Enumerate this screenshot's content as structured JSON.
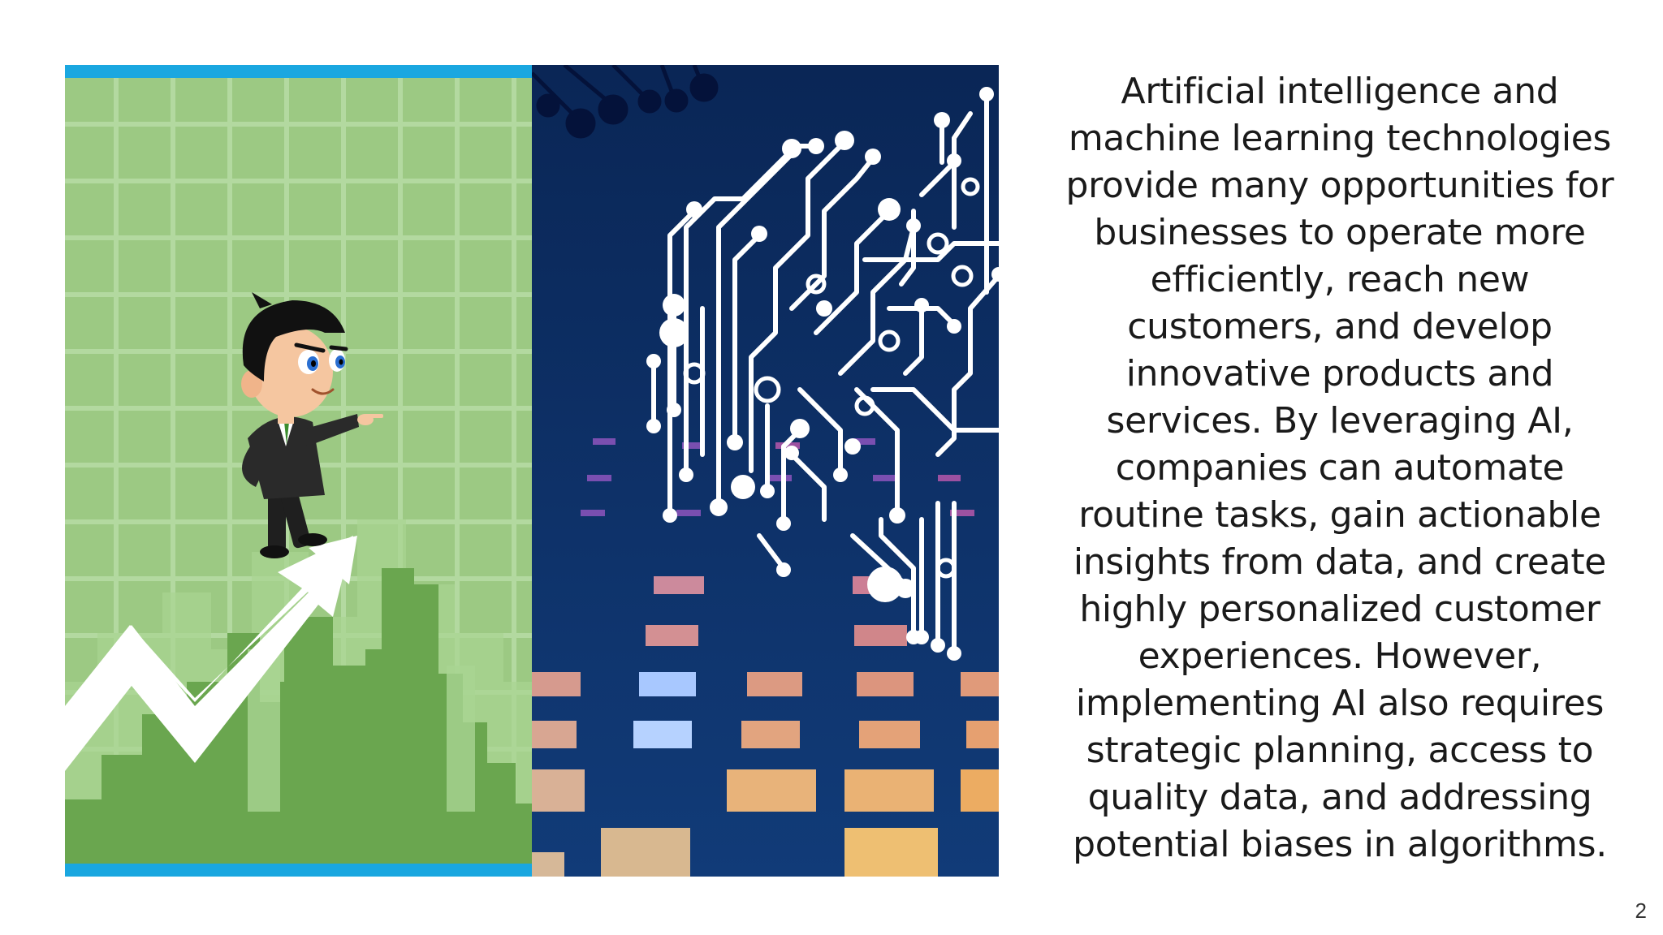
{
  "slide": {
    "body_text": "Artificial intelligence and\nmachine learning technologies\nprovide many opportunities for\nbusinesses to operate more\nefficiently, reach new\ncustomers, and develop\ninnovative products and\nservices. By leveraging AI,\ncompanies can automate\nroutine tasks, gain actionable\ninsights from data, and create\nhighly personalized customer\nexperiences. However,\nimplementing AI also requires\nstrategic planning, access to\nquality data, and addressing\npotential biases in algorithms.",
    "page_number": "2"
  },
  "images": {
    "growth": {
      "icon": "businessman-growth-arrow-illustration",
      "colors": {
        "bar": "#1aa7e0",
        "background": "#9cc983",
        "grid": "#b7dca6",
        "city": "#6aa64f",
        "arrow": "#ffffff"
      }
    },
    "ai": {
      "icon": "circuit-brain-illustration",
      "colors": {
        "background": "#0c2d62",
        "circuit": "#ffffff"
      }
    }
  }
}
